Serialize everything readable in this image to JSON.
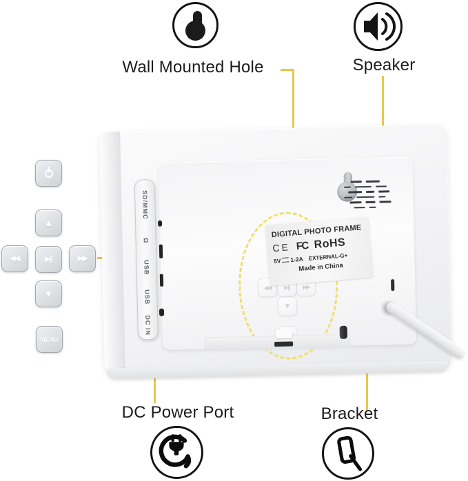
{
  "callouts": {
    "wall_mount": {
      "label": "Wall Mounted Hole"
    },
    "speaker": {
      "label": "Speaker"
    },
    "dc_power": {
      "label": "DC Power Port"
    },
    "bracket": {
      "label": "Bracket"
    }
  },
  "colors": {
    "callout_line": "#E8C74D",
    "highlight_ellipse": "#EFE06B",
    "device_body": "#F4F4F6"
  },
  "device": {
    "ports": {
      "sd": "SD/MMC",
      "headphone_glyph": "Ω",
      "usb1": "USB",
      "usb2": "USB",
      "dc": "DC IN"
    },
    "buttons": {
      "up": {
        "glyph": "▲"
      },
      "down": {
        "glyph": "▼"
      },
      "prev": {
        "glyph": "◀◀"
      },
      "next": {
        "glyph": "▶▶"
      },
      "play": {
        "glyph": "▶||"
      },
      "menu": {
        "label": "MENU"
      }
    },
    "grille_rows": [
      [
        16,
        20
      ],
      [
        10,
        24,
        16
      ],
      [
        20,
        12,
        16
      ],
      [
        12,
        26,
        10
      ],
      [
        18,
        14,
        18
      ],
      [
        16,
        10
      ]
    ],
    "grille_margins": [
      10,
      0,
      6,
      0,
      8,
      14
    ],
    "sticker": {
      "title": "DIGITAL PHOTO FRAME",
      "ce_mark": "CE",
      "fcc_mark": "FC",
      "rohs_mark": "RoHS",
      "spec_voltage": "5V",
      "spec_current": "1-2A",
      "spec_external": "EXTERNAL-G+",
      "origin": "Made in China"
    }
  }
}
